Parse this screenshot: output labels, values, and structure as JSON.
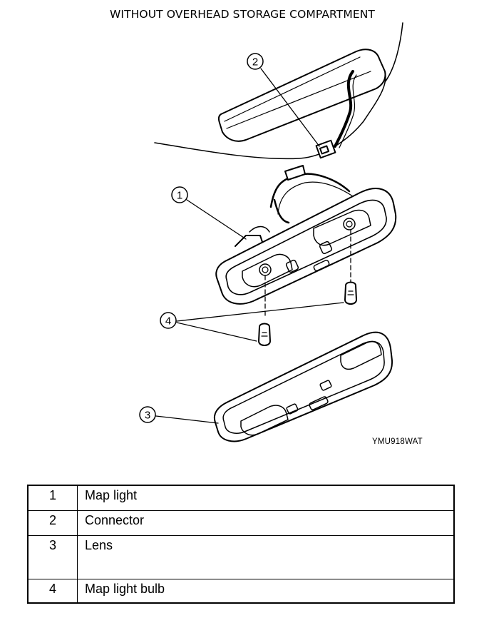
{
  "title": "WITHOUT OVERHEAD STORAGE COMPARTMENT",
  "image_code": "YMU918WAT",
  "callouts": [
    "1",
    "2",
    "3",
    "4"
  ],
  "legend": [
    {
      "num": "1",
      "label": "Map light"
    },
    {
      "num": "2",
      "label": "Connector"
    },
    {
      "num": "3",
      "label": "Lens"
    },
    {
      "num": "4",
      "label": "Map light bulb"
    }
  ]
}
